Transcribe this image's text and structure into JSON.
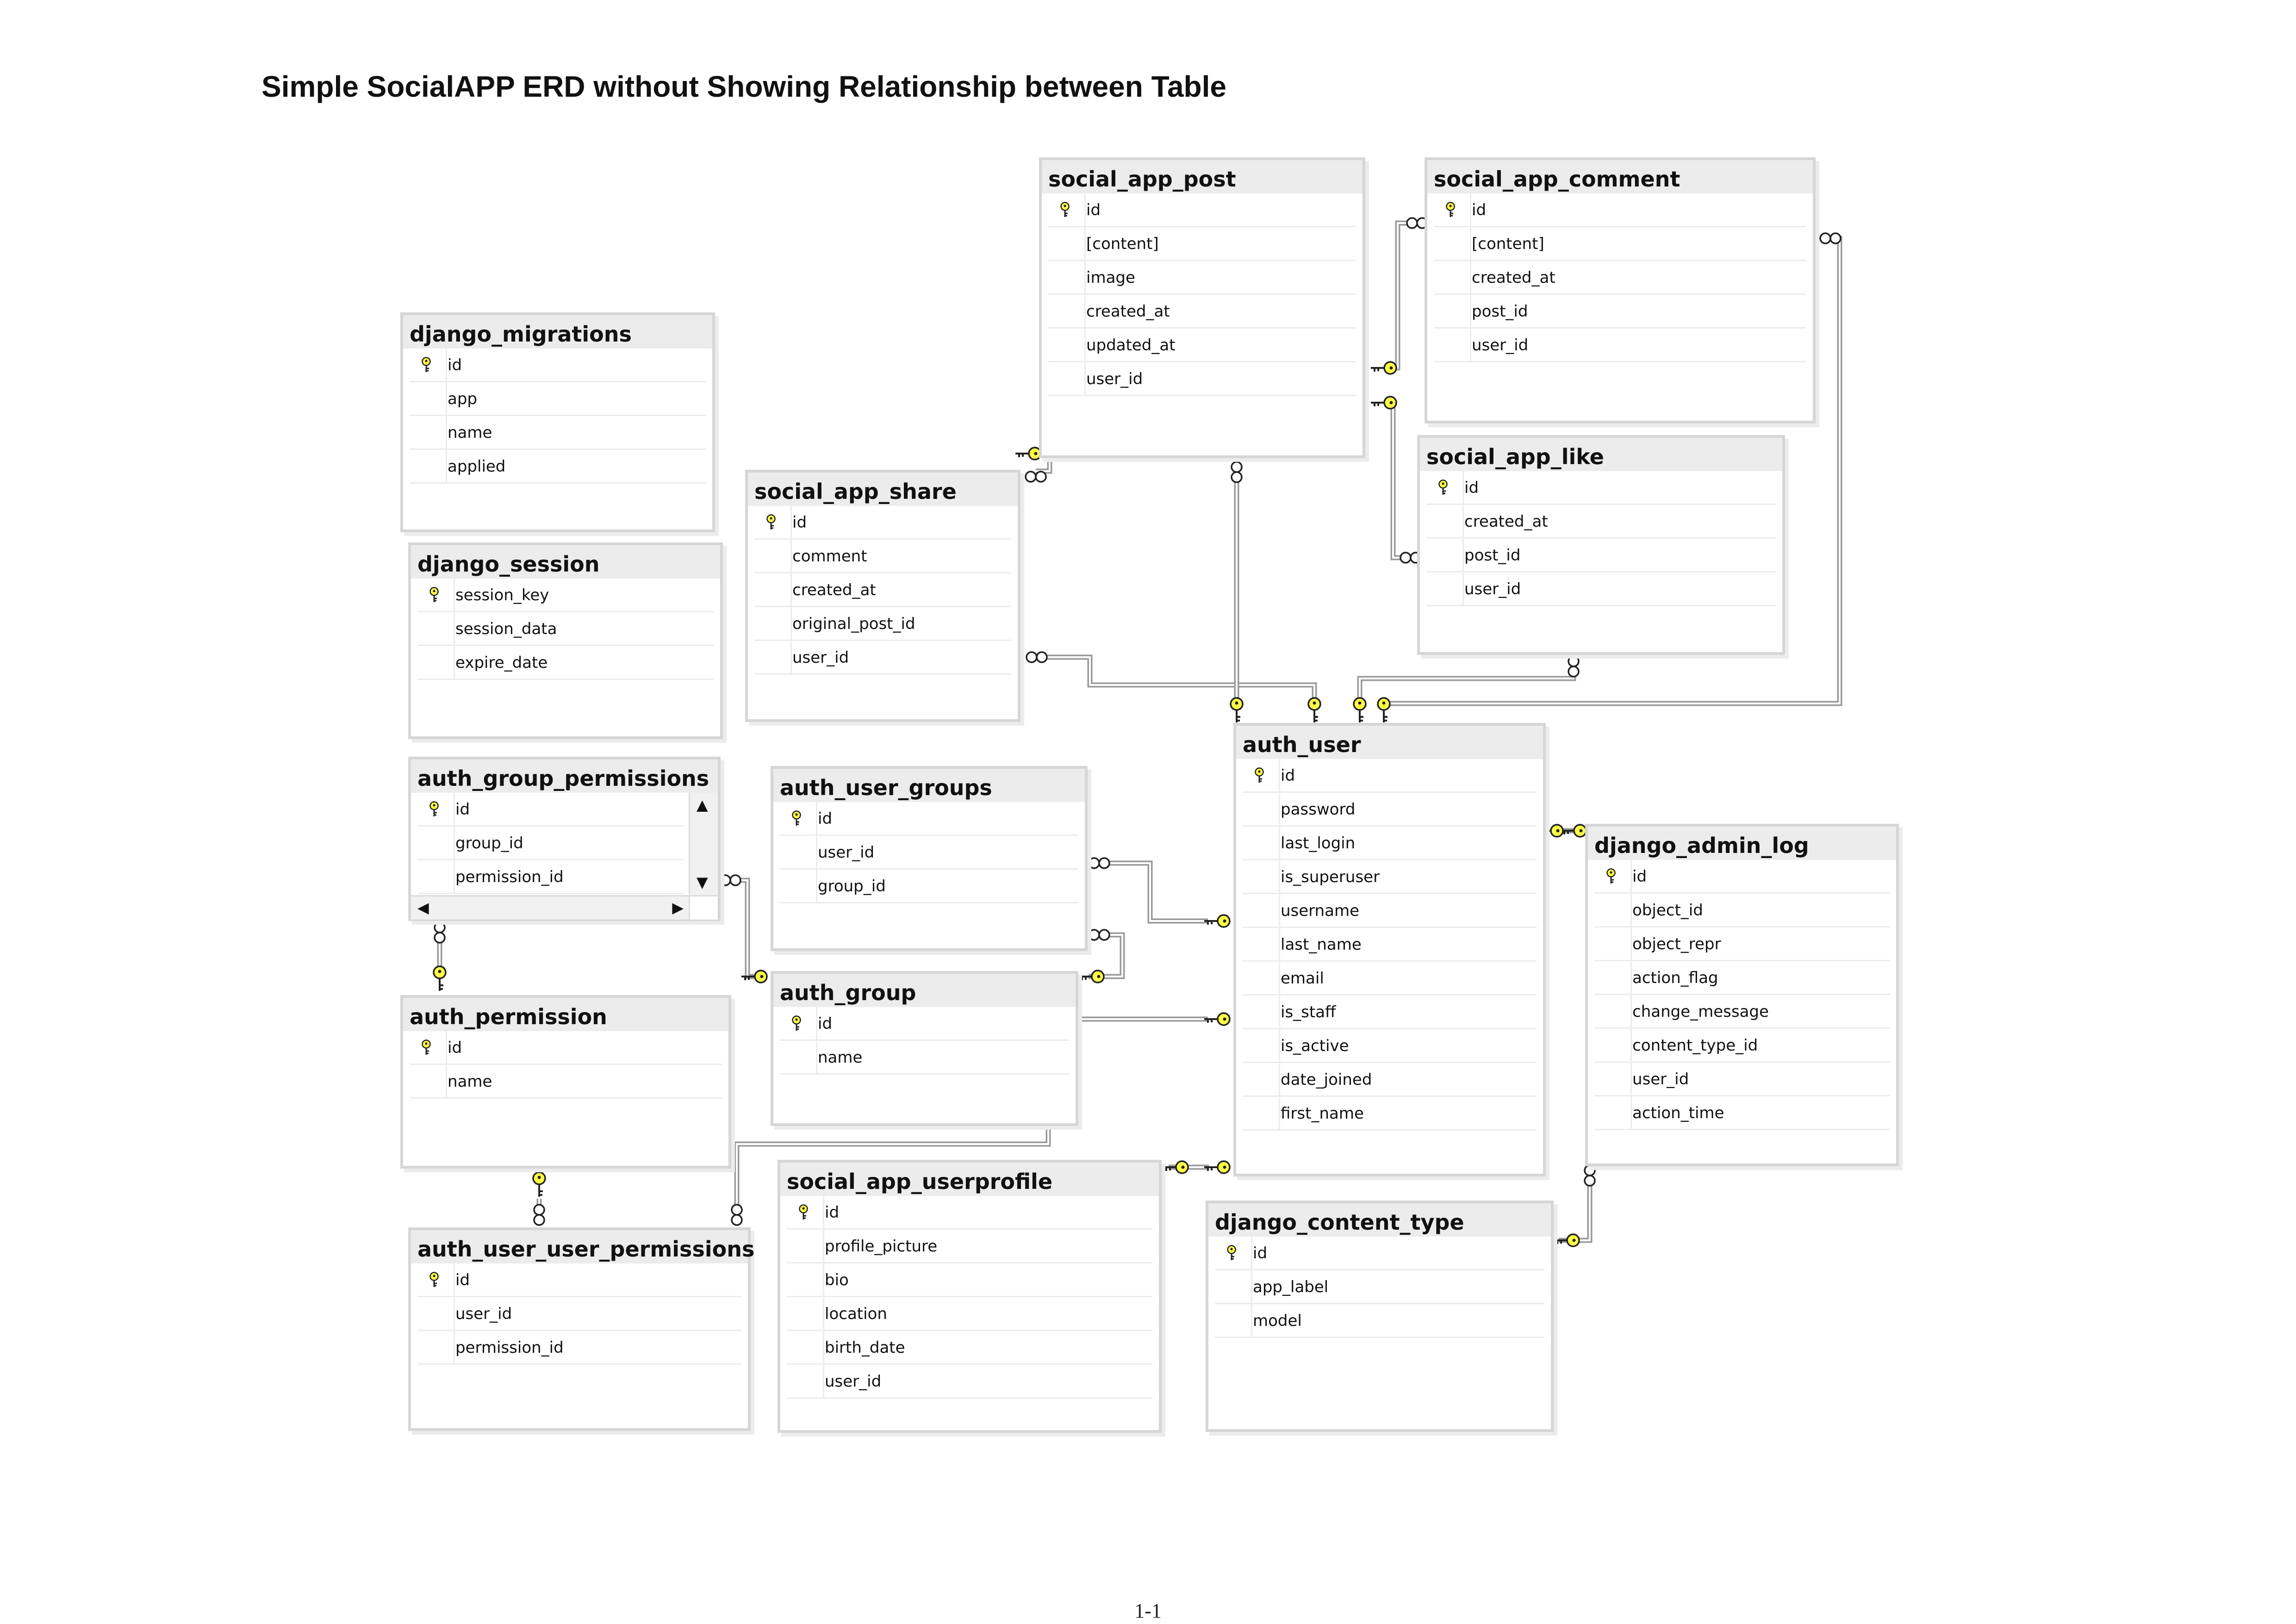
{
  "title": "Simple SocialAPP ERD without Showing Relationship between Table",
  "footer": "1-1",
  "key_color": "#ffff44",
  "tables": {
    "social_app_post": {
      "name": "social_app_post",
      "columns": [
        "id",
        "[content]",
        "image",
        "created_at",
        "updated_at",
        "user_id"
      ]
    },
    "social_app_comment": {
      "name": "social_app_comment",
      "columns": [
        "id",
        "[content]",
        "created_at",
        "post_id",
        "user_id"
      ]
    },
    "django_migrations": {
      "name": "django_migrations",
      "columns": [
        "id",
        "app",
        "name",
        "applied"
      ]
    },
    "social_app_share": {
      "name": "social_app_share",
      "columns": [
        "id",
        "comment",
        "created_at",
        "original_post_id",
        "user_id"
      ]
    },
    "social_app_like": {
      "name": "social_app_like",
      "columns": [
        "id",
        "created_at",
        "post_id",
        "user_id"
      ]
    },
    "django_session": {
      "name": "django_session",
      "columns": [
        "session_key",
        "session_data",
        "expire_date"
      ]
    },
    "auth_user": {
      "name": "auth_user",
      "columns": [
        "id",
        "password",
        "last_login",
        "is_superuser",
        "username",
        "last_name",
        "email",
        "is_staff",
        "is_active",
        "date_joined",
        "first_name"
      ]
    },
    "auth_group_permissions": {
      "name": "auth_group_permissions",
      "columns": [
        "id",
        "group_id",
        "permission_id"
      ]
    },
    "auth_user_groups": {
      "name": "auth_user_groups",
      "columns": [
        "id",
        "user_id",
        "group_id"
      ]
    },
    "django_admin_log": {
      "name": "django_admin_log",
      "columns": [
        "id",
        "object_id",
        "object_repr",
        "action_flag",
        "change_message",
        "content_type_id",
        "user_id",
        "action_time"
      ]
    },
    "auth_group": {
      "name": "auth_group",
      "columns": [
        "id",
        "name"
      ]
    },
    "auth_permission": {
      "name": "auth_permission",
      "columns": [
        "id",
        "name"
      ]
    },
    "social_app_userprofile": {
      "name": "social_app_userprofile",
      "columns": [
        "id",
        "profile_picture",
        "bio",
        "location",
        "birth_date",
        "user_id"
      ]
    },
    "auth_user_user_permissions": {
      "name": "auth_user_user_permissions",
      "columns": [
        "id",
        "user_id",
        "permission_id"
      ]
    },
    "django_content_type": {
      "name": "django_content_type",
      "columns": [
        "id",
        "app_label",
        "model"
      ]
    }
  },
  "scrollbar": {
    "up": "▲",
    "down": "▼",
    "left": "◀",
    "right": "▶"
  },
  "connectors": [
    {
      "name": "conn-comment-post",
      "from": "social_app_comment",
      "to": "social_app_post"
    },
    {
      "name": "conn-like-post",
      "from": "social_app_like",
      "to": "social_app_post"
    },
    {
      "name": "conn-share-post",
      "from": "social_app_share",
      "to": "social_app_post"
    },
    {
      "name": "conn-share-user",
      "from": "social_app_share",
      "to": "auth_user"
    },
    {
      "name": "conn-post-user",
      "from": "social_app_post",
      "to": "auth_user"
    },
    {
      "name": "conn-like-user",
      "from": "social_app_like",
      "to": "auth_user"
    },
    {
      "name": "conn-comment-user",
      "from": "social_app_comment",
      "to": "auth_user"
    },
    {
      "name": "conn-usergroups-user",
      "from": "auth_user_groups",
      "to": "auth_user"
    },
    {
      "name": "conn-usergroups-group",
      "from": "auth_user_groups",
      "to": "auth_group"
    },
    {
      "name": "conn-groupperm-group",
      "from": "auth_group_permissions",
      "to": "auth_group"
    },
    {
      "name": "conn-groupperm-perm",
      "from": "auth_group_permissions",
      "to": "auth_permission"
    },
    {
      "name": "conn-userperm-perm",
      "from": "auth_user_user_permissions",
      "to": "auth_permission"
    },
    {
      "name": "conn-userperm-user",
      "from": "auth_user_user_permissions",
      "to": "auth_user"
    },
    {
      "name": "conn-profile-user",
      "from": "social_app_userprofile",
      "to": "auth_user"
    },
    {
      "name": "conn-adminlog-user",
      "from": "django_admin_log",
      "to": "auth_user"
    },
    {
      "name": "conn-adminlog-contenttype",
      "from": "django_admin_log",
      "to": "django_content_type"
    }
  ]
}
